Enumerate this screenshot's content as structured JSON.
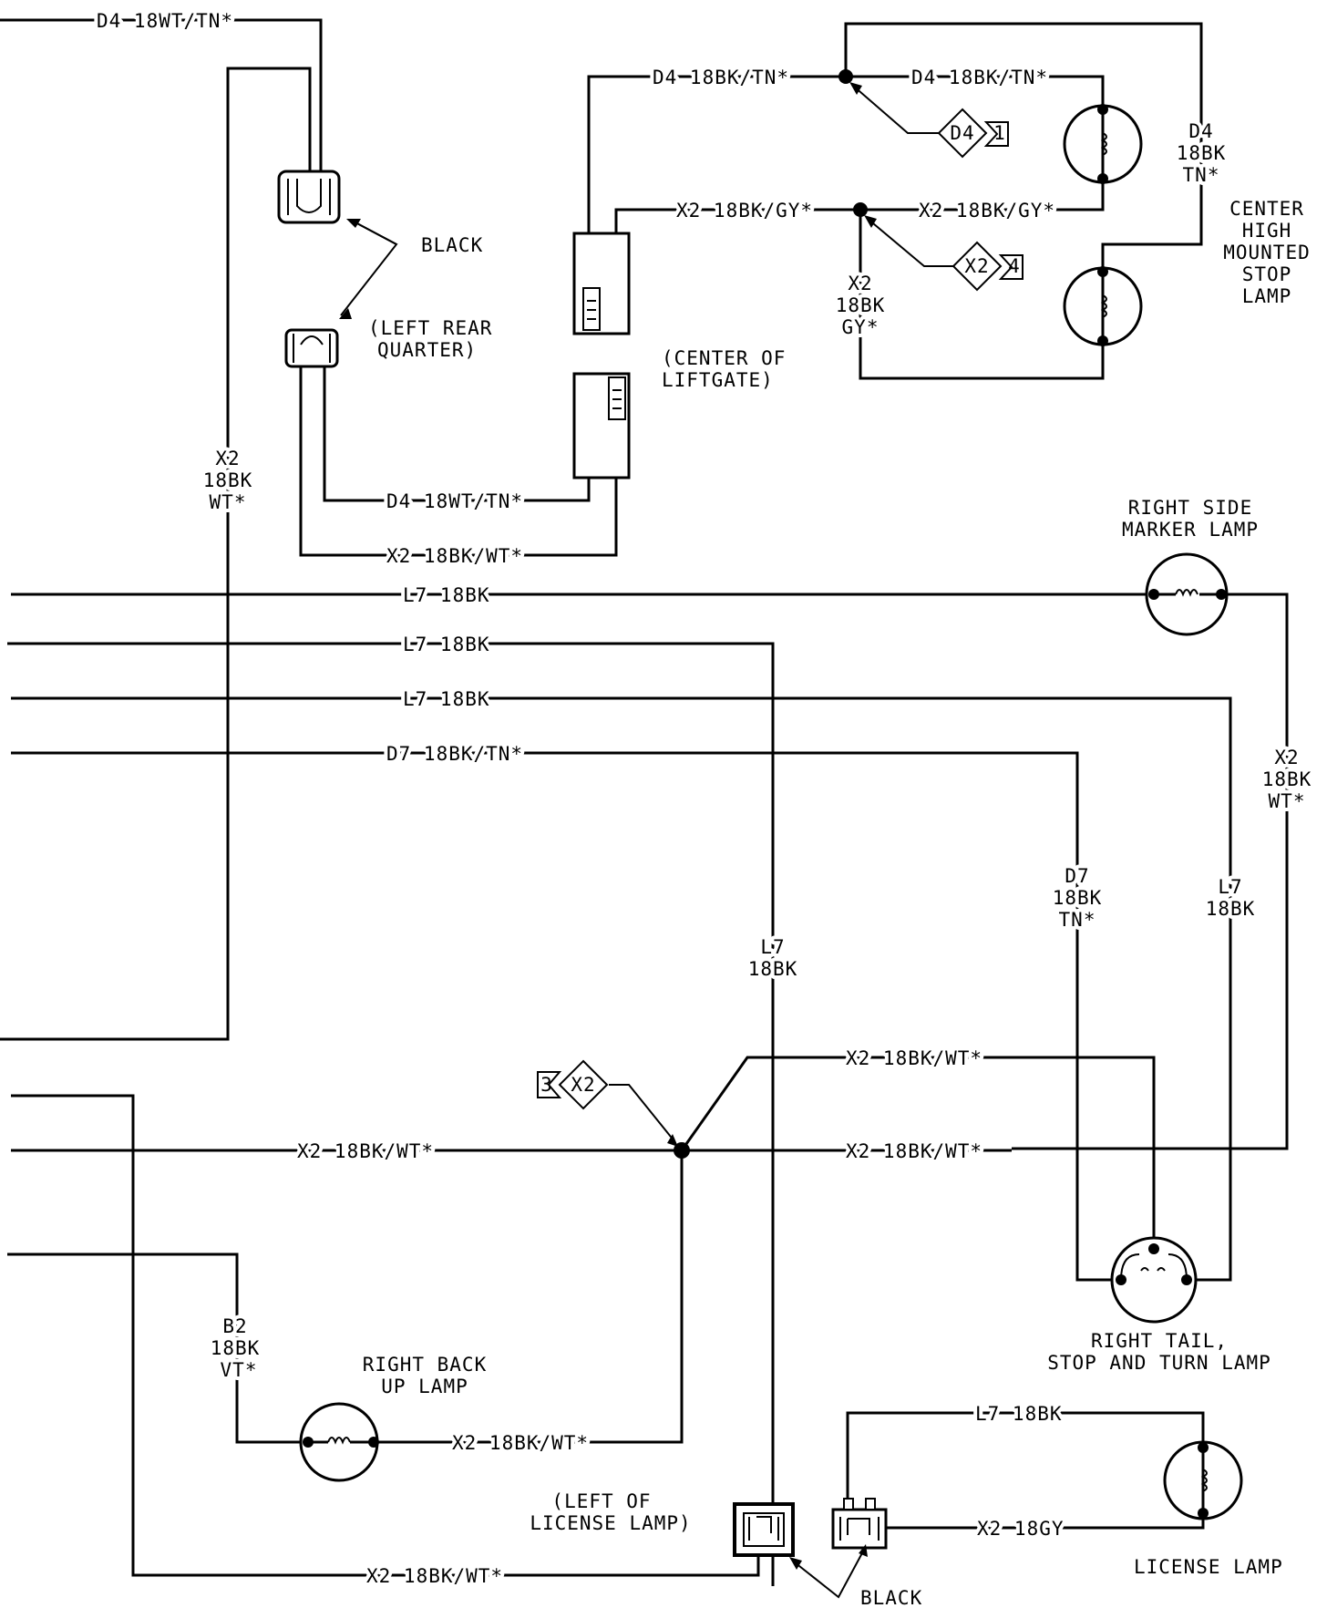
{
  "wires": {
    "d4_wt_tn_top": "D4 18WT/TN*",
    "d4_bk_tn_left": "D4 18BK/TN*",
    "d4_bk_tn_right": "D4 18BK/TN*",
    "x2_bk_gy_left": "X2 18BK/GY*",
    "x2_bk_gy_right": "X2 18BK/GY*",
    "d4_wt_tn_lower": "D4 18WT/TN*",
    "x2_bk_wt_lower": "X2 18BK/WT*",
    "l7_a": "L7 18BK",
    "l7_b": "L7 18BK",
    "l7_c": "L7 18BK",
    "d7": "D7 18BK/TN*",
    "x2_bk_wt_upper_right": "X2 18BK/WT*",
    "x2_bk_wt_left_main": "X2 18BK/WT*",
    "x2_bk_wt_right_main": "X2 18BK/WT*",
    "x2_bk_wt_backup": "X2 18BK/WT*",
    "x2_bk_wt_bottom": "X2 18BK/WT*",
    "l7_license": "L7 18BK",
    "x2_gy_license": "X2 18GY"
  },
  "vertical_labels": {
    "d4_right": [
      "D4",
      "18BK",
      "TN*"
    ],
    "x2_gy_vert": [
      "X2",
      "18BK",
      "GY*"
    ],
    "x2_left_vert": [
      "X2",
      "18BK",
      "WT*"
    ],
    "x2_right_vert": [
      "X2",
      "18BK",
      "WT*"
    ],
    "d7_vert": [
      "D7",
      "18BK",
      "TN*"
    ],
    "l7_right_vert": [
      "L7",
      "18BK"
    ],
    "l7_center_vert": [
      "L7",
      "18BK"
    ],
    "b2_vert": [
      "B2",
      "18BK",
      "VT*"
    ]
  },
  "connectors": {
    "black_top": "BLACK",
    "black_bottom": "BLACK",
    "left_rear_quarter": [
      "(LEFT REAR",
      "QUARTER)"
    ],
    "center_of_liftgate": [
      "(CENTER OF",
      "LIFTGATE)"
    ],
    "left_of_license_lamp": [
      "(LEFT OF",
      "LICENSE LAMP)"
    ]
  },
  "splices": {
    "d4_splice": {
      "id": "D4",
      "ref": "1"
    },
    "x2_gy_splice": {
      "id": "X2",
      "ref": "4"
    },
    "x2_main_splice": {
      "id": "X2",
      "ref": "3"
    }
  },
  "components": {
    "chmsl": [
      "CENTER",
      "HIGH",
      "MOUNTED",
      "STOP",
      "LAMP"
    ],
    "right_side_marker": [
      "RIGHT SIDE",
      "MARKER LAMP"
    ],
    "right_tail": [
      "RIGHT TAIL,",
      "STOP AND TURN LAMP"
    ],
    "right_backup": [
      "RIGHT BACK",
      "UP LAMP"
    ],
    "license_lamp": "LICENSE LAMP"
  }
}
